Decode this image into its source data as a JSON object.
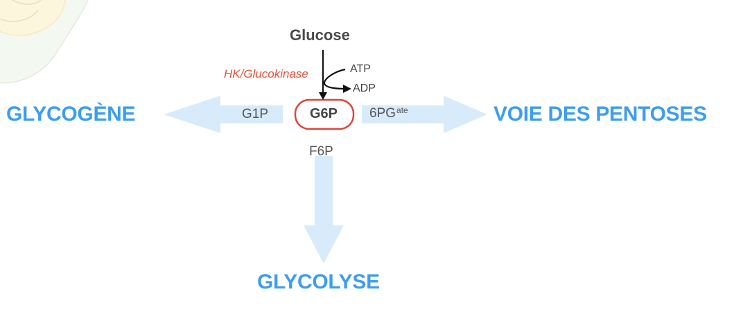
{
  "diagram": {
    "substrate": "Glucose",
    "enzyme": "HK/Glucokinase",
    "cofactor_in": "ATP",
    "cofactor_out": "ADP",
    "central_node": "G6P",
    "left_intermediate": "G1P",
    "right_intermediate_base": "6PG",
    "right_intermediate_sup": "ate",
    "bottom_intermediate": "F6P",
    "left_destination": "GLYCOGÈNE",
    "right_destination": "VOIE DES PENTOSES",
    "bottom_destination": "GLYCOLYSE"
  },
  "colors": {
    "pathway_blue": "#3d9df0",
    "arrow_fill": "#d7ebfb",
    "enzyme_red": "#e2523c",
    "node_border": "#d9473a"
  }
}
